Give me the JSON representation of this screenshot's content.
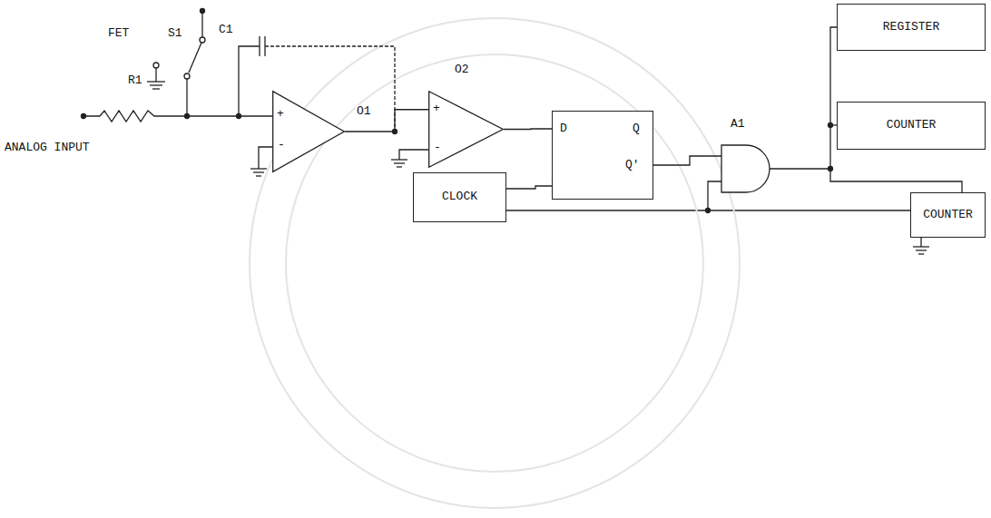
{
  "diagram": {
    "nodes": [
      {
        "text": [
          "+",
          "-"
        ]
      },
      {
        "text": [
          "+",
          "-"
        ]
      },
      {
        "text": [
          "D",
          "Q",
          "Q'"
        ]
      },
      {
        "text": [
          "REGISTER"
        ]
      },
      {
        "text": [
          "COUNTER"
        ]
      },
      {
        "text": [
          "CLOCK"
        ]
      },
      {
        "text": [
          "COUNTER"
        ]
      }
    ],
    "edges": [
      {
        "from": 0,
        "to": 1,
        "arrow": "none"
      },
      {
        "from": 1,
        "to": 2,
        "arrow": "none"
      },
      {
        "from": 5,
        "to": 2,
        "arrow": "none"
      },
      {
        "from": 5,
        "to": 6,
        "arrow": "none"
      }
    ],
    "labels": [
      "FET",
      "S1",
      "C1",
      "R1",
      "ANALOG INPUT",
      "O1",
      "O2",
      "A1"
    ]
  }
}
